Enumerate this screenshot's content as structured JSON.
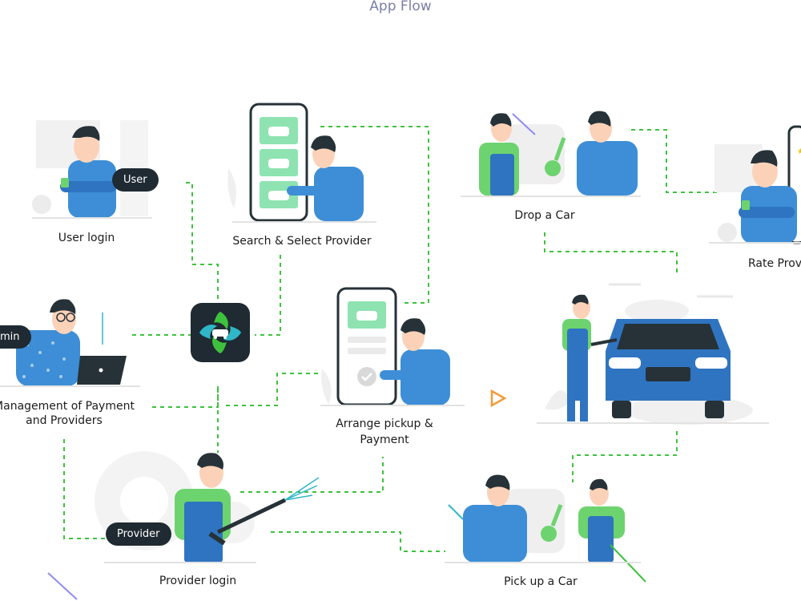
{
  "title": "App Flow",
  "steps": {
    "user_login": "User login",
    "search_select": "Search & Select Provider",
    "drop_car": "Drop a Car",
    "rate_provider": "Rate Prov",
    "management_line1": "Management of Payment",
    "management_line2": "and Providers",
    "arrange_line1": "Arrange pickup &",
    "arrange_line2": "Payment",
    "provider_login": "Provider login",
    "pick_up_car": "Pick up a Car"
  },
  "badges": {
    "user": "User",
    "admin": "min",
    "provider": "Provider"
  },
  "colors": {
    "connector": "#3ec23e",
    "accent_green": "#8ee3b0",
    "shirt_blue": "#3d8ed6",
    "overall_blue": "#2f74c0",
    "dark": "#1f2a32",
    "car_blue": "#2f74c0",
    "title": "#7a7fa8"
  }
}
